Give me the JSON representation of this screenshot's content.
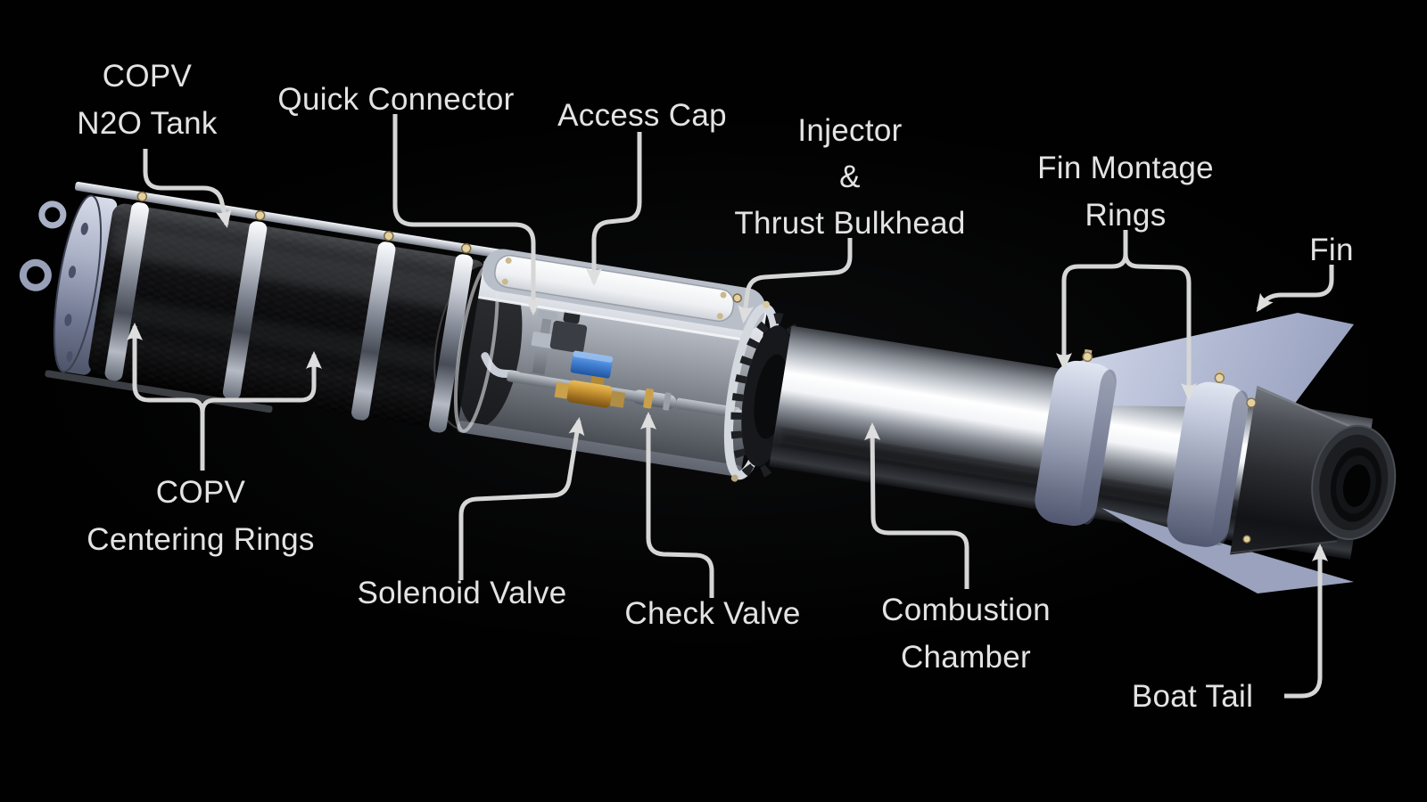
{
  "diagram": {
    "subject": "Annotated 3D render of a hybrid rocket motor assembly on black background",
    "background": "#010101",
    "text_color": "#e3e3e3",
    "leader_color": "#d6d6d6",
    "labels": [
      {
        "id": "copv-n2o-tank",
        "lines": [
          "COPV",
          "N2O Tank"
        ]
      },
      {
        "id": "quick-connector",
        "lines": [
          "Quick Connector"
        ]
      },
      {
        "id": "access-cap",
        "lines": [
          "Access Cap"
        ]
      },
      {
        "id": "injector-thrust-bulkhead",
        "lines": [
          "Injector",
          "&",
          "Thrust Bulkhead"
        ]
      },
      {
        "id": "fin-montage-rings",
        "lines": [
          "Fin Montage",
          "Rings"
        ]
      },
      {
        "id": "fin",
        "lines": [
          "Fin"
        ]
      },
      {
        "id": "copv-centering-rings",
        "lines": [
          "COPV",
          "Centering Rings"
        ]
      },
      {
        "id": "solenoid-valve",
        "lines": [
          "Solenoid Valve"
        ]
      },
      {
        "id": "check-valve",
        "lines": [
          "Check Valve"
        ]
      },
      {
        "id": "combustion-chamber",
        "lines": [
          "Combustion",
          "Chamber"
        ]
      },
      {
        "id": "boat-tail",
        "lines": [
          "Boat Tail"
        ]
      }
    ],
    "part_colors": {
      "tank_carbon": "#101012",
      "centering_ring_metal": "#cfd3db",
      "airframe_silver": "#cdd2da",
      "access_cap_white": "#f2f3f5",
      "solenoid_coil_blue": "#4584d6",
      "valve_brass": "#cf9a36",
      "chamber_chrome": "#f2f4f7",
      "fin_lavender": "#b7c0d8",
      "boat_tail_dark": "#26282c"
    }
  }
}
